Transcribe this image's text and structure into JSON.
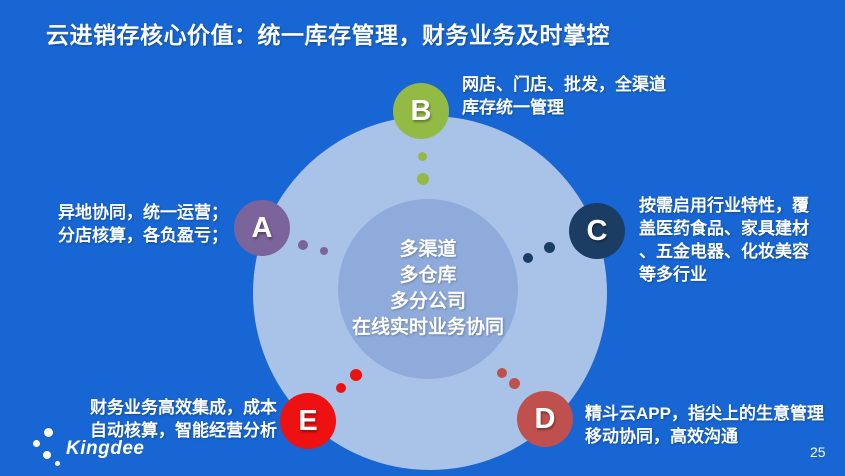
{
  "slide": {
    "title": "云进销存核心价值：统一库存管理，财务业务及时掌控",
    "page_number": "25",
    "background_color": "#1766D4"
  },
  "logo": {
    "brand": "Kingdee"
  },
  "center_circle": {
    "outer_color": "#A9C2E7",
    "inner_color": "#8FABDB",
    "lines": [
      "多渠道",
      "多仓库",
      "多分公司",
      "在线实时业务协同"
    ]
  },
  "nodes": {
    "a": {
      "letter": "A",
      "color": "#7B639B",
      "lines": [
        "异地协同，统一运营；",
        "分店核算，各负盈亏；"
      ]
    },
    "b": {
      "letter": "B",
      "color": "#93BA45",
      "lines": [
        "网店、门店、批发，全渠道",
        "库存统一管理"
      ]
    },
    "c": {
      "letter": "C",
      "color": "#1C3D63",
      "lines": [
        "按需启用行业特性，覆",
        "盖医药食品、家具建材",
        "、五金电器、化妆美容",
        "等多行业"
      ]
    },
    "d": {
      "letter": "D",
      "color": "#C0504D",
      "lines": [
        "精斗云APP，指尖上的生意管理",
        "移动协同，高效沟通"
      ]
    },
    "e": {
      "letter": "E",
      "color": "#EE1111",
      "lines": [
        "财务业务高效集成，成本",
        "自动核算，智能经营分析"
      ]
    }
  }
}
